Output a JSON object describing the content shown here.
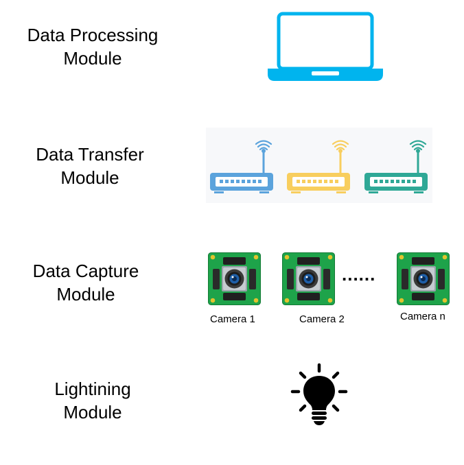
{
  "modules": {
    "processing": {
      "label": "Data Processing\nModule",
      "icon": "laptop-icon",
      "color": "#00b4ee"
    },
    "transfer": {
      "label": "Data Transfer\nModule",
      "routers": [
        {
          "icon": "router-icon",
          "color": "#5ba3dc"
        },
        {
          "icon": "router-icon",
          "color": "#f8ce5e"
        },
        {
          "icon": "router-icon",
          "color": "#2fa896"
        }
      ]
    },
    "capture": {
      "label": "Data Capture\nModule",
      "cameras": [
        {
          "label": "Camera 1",
          "icon": "camera-module-icon"
        },
        {
          "label": "Camera 2",
          "icon": "camera-module-icon"
        },
        {
          "label": "Camera n",
          "icon": "camera-module-icon"
        }
      ],
      "ellipsis": "......"
    },
    "lighting": {
      "label": "Lightining\nModule",
      "icon": "lightbulb-icon"
    }
  }
}
